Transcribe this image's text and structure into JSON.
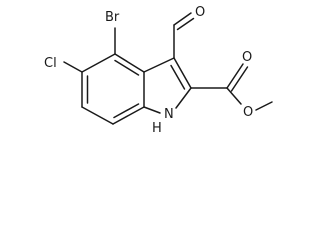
{
  "molecule": {
    "atoms": {
      "bromine": "Br",
      "chlorine": "Cl",
      "aldehyde_oxygen": "O",
      "carbonyl_oxygen": "O",
      "ester_oxygen": "O",
      "indole_nitrogen": "N",
      "indole_hydrogen": "H"
    }
  },
  "colors": {
    "ink": "#1a1a1a",
    "background": "#ffffff"
  }
}
